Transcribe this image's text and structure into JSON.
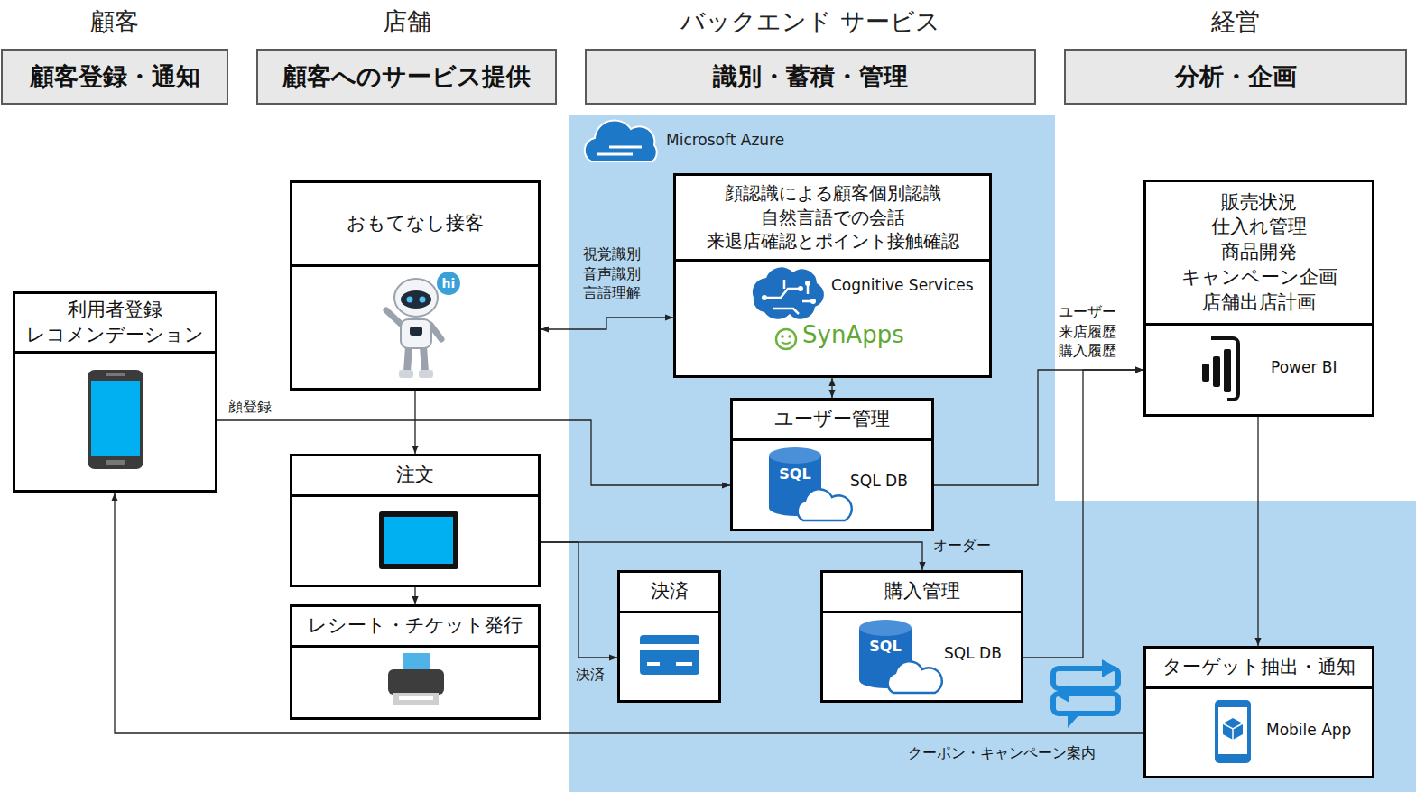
{
  "diagram": {
    "nodes": [
      {
        "text": [
          "顧客",
          "顧客登録・通知"
        ]
      },
      {
        "text": [
          "店舗",
          "顧客へのサービス提供"
        ]
      },
      {
        "text": [
          "バックエンド サービス",
          "識別・蓄積・管理"
        ]
      },
      {
        "text": [
          "経営",
          "分析・企画"
        ]
      },
      {
        "text": [
          "Microsoft Azure"
        ]
      },
      {
        "text": [
          "利用者登録 レコメンデーション"
        ]
      },
      {
        "text": [
          "おもてなし接客"
        ]
      },
      {
        "text": [
          "注文"
        ]
      },
      {
        "text": [
          "レシート・チケット発行"
        ]
      },
      {
        "text": [
          "顔認識による顧客個別認識 自然言語での会話 来退店確認とポイント接触確認",
          "Cognitive Services",
          "SynApps"
        ],
        "in": 4
      },
      {
        "text": [
          "ユーザー管理",
          "SQL DB"
        ],
        "in": 4
      },
      {
        "text": [
          "決済"
        ],
        "in": 4
      },
      {
        "text": [
          "購入管理",
          "SQL DB"
        ],
        "in": 4
      },
      {
        "text": [
          "販売状況 仕入れ管理 商品開発 キャンペーン企画 店舗出店計画",
          "Power BI"
        ]
      },
      {
        "text": [
          "ターゲット抽出・通知",
          "Mobile App"
        ],
        "in": 4
      }
    ],
    "edges": [
      {
        "from": 6,
        "to": 9,
        "arrow": "both",
        "label": "視覚識別 音声識別 言語理解"
      },
      {
        "from": 6,
        "to": 7,
        "arrow": "to"
      },
      {
        "from": 7,
        "to": 8,
        "arrow": "to"
      },
      {
        "from": 5,
        "to": 10,
        "arrow": "to",
        "label": "顔登録"
      },
      {
        "from": 9,
        "to": 10,
        "arrow": "both"
      },
      {
        "from": 10,
        "to": 13,
        "arrow": "to",
        "label": "ユーザー 来店履歴 購入履歴"
      },
      {
        "from": 12,
        "to": 13,
        "arrow": "to"
      },
      {
        "from": 7,
        "to": 12,
        "arrow": "to",
        "label": "オーダー"
      },
      {
        "from": 7,
        "to": 11,
        "arrow": "to",
        "label": "決済"
      },
      {
        "from": 13,
        "to": 14,
        "arrow": "to"
      },
      {
        "from": 14,
        "to": 5,
        "arrow": "to",
        "label": "クーポン・キャンペーン案内"
      }
    ],
    "labels": [
      "hi",
      "SQL",
      "SQL"
    ]
  }
}
